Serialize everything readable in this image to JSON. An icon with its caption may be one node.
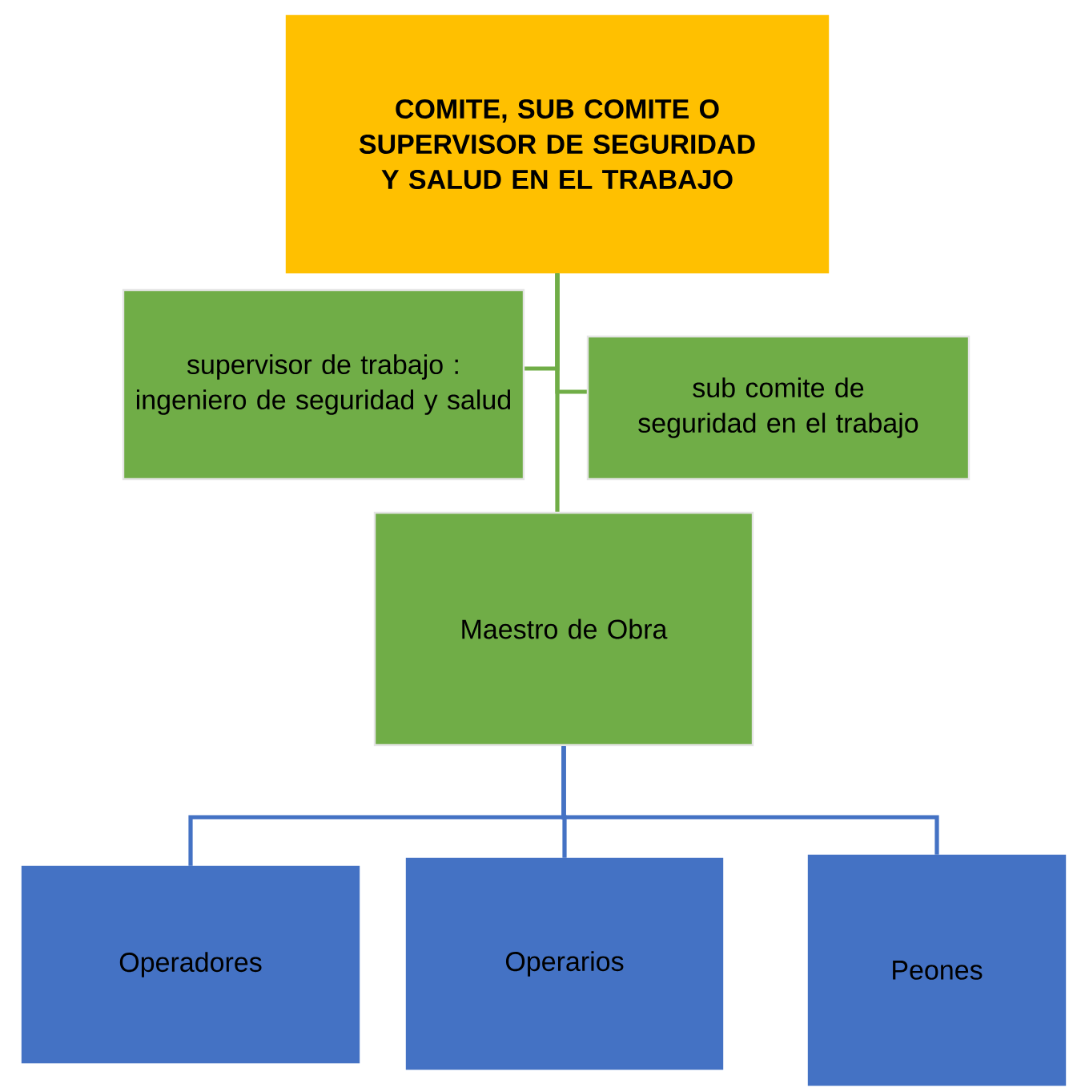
{
  "diagram": {
    "nodes": [
      {
        "text": [
          "COMITE, SUB COMITE O SUPERVISOR DE SEGURIDAD Y SALUD EN EL TRABAJO"
        ]
      },
      {
        "text": [
          "supervisor de trabajo : ingeniero de seguridad y salud"
        ]
      },
      {
        "text": [
          "sub comite de seguridad en el trabajo"
        ]
      },
      {
        "text": [
          "Maestro de Obra"
        ]
      },
      {
        "text": [
          "Operadores"
        ]
      },
      {
        "text": [
          "Operarios"
        ]
      },
      {
        "text": [
          "Peones"
        ]
      }
    ],
    "edges": [
      {
        "from": 0,
        "to": 1,
        "arrow": "none",
        "color": "#70ad47"
      },
      {
        "from": 0,
        "to": 2,
        "arrow": "none",
        "color": "#70ad47"
      },
      {
        "from": 0,
        "to": 3,
        "arrow": "none",
        "color": "#70ad47"
      },
      {
        "from": 3,
        "to": 4,
        "arrow": "none",
        "color": "#4472c4"
      },
      {
        "from": 3,
        "to": 5,
        "arrow": "none",
        "color": "#4472c4"
      },
      {
        "from": 3,
        "to": 6,
        "arrow": "none",
        "color": "#4472c4"
      }
    ]
  }
}
